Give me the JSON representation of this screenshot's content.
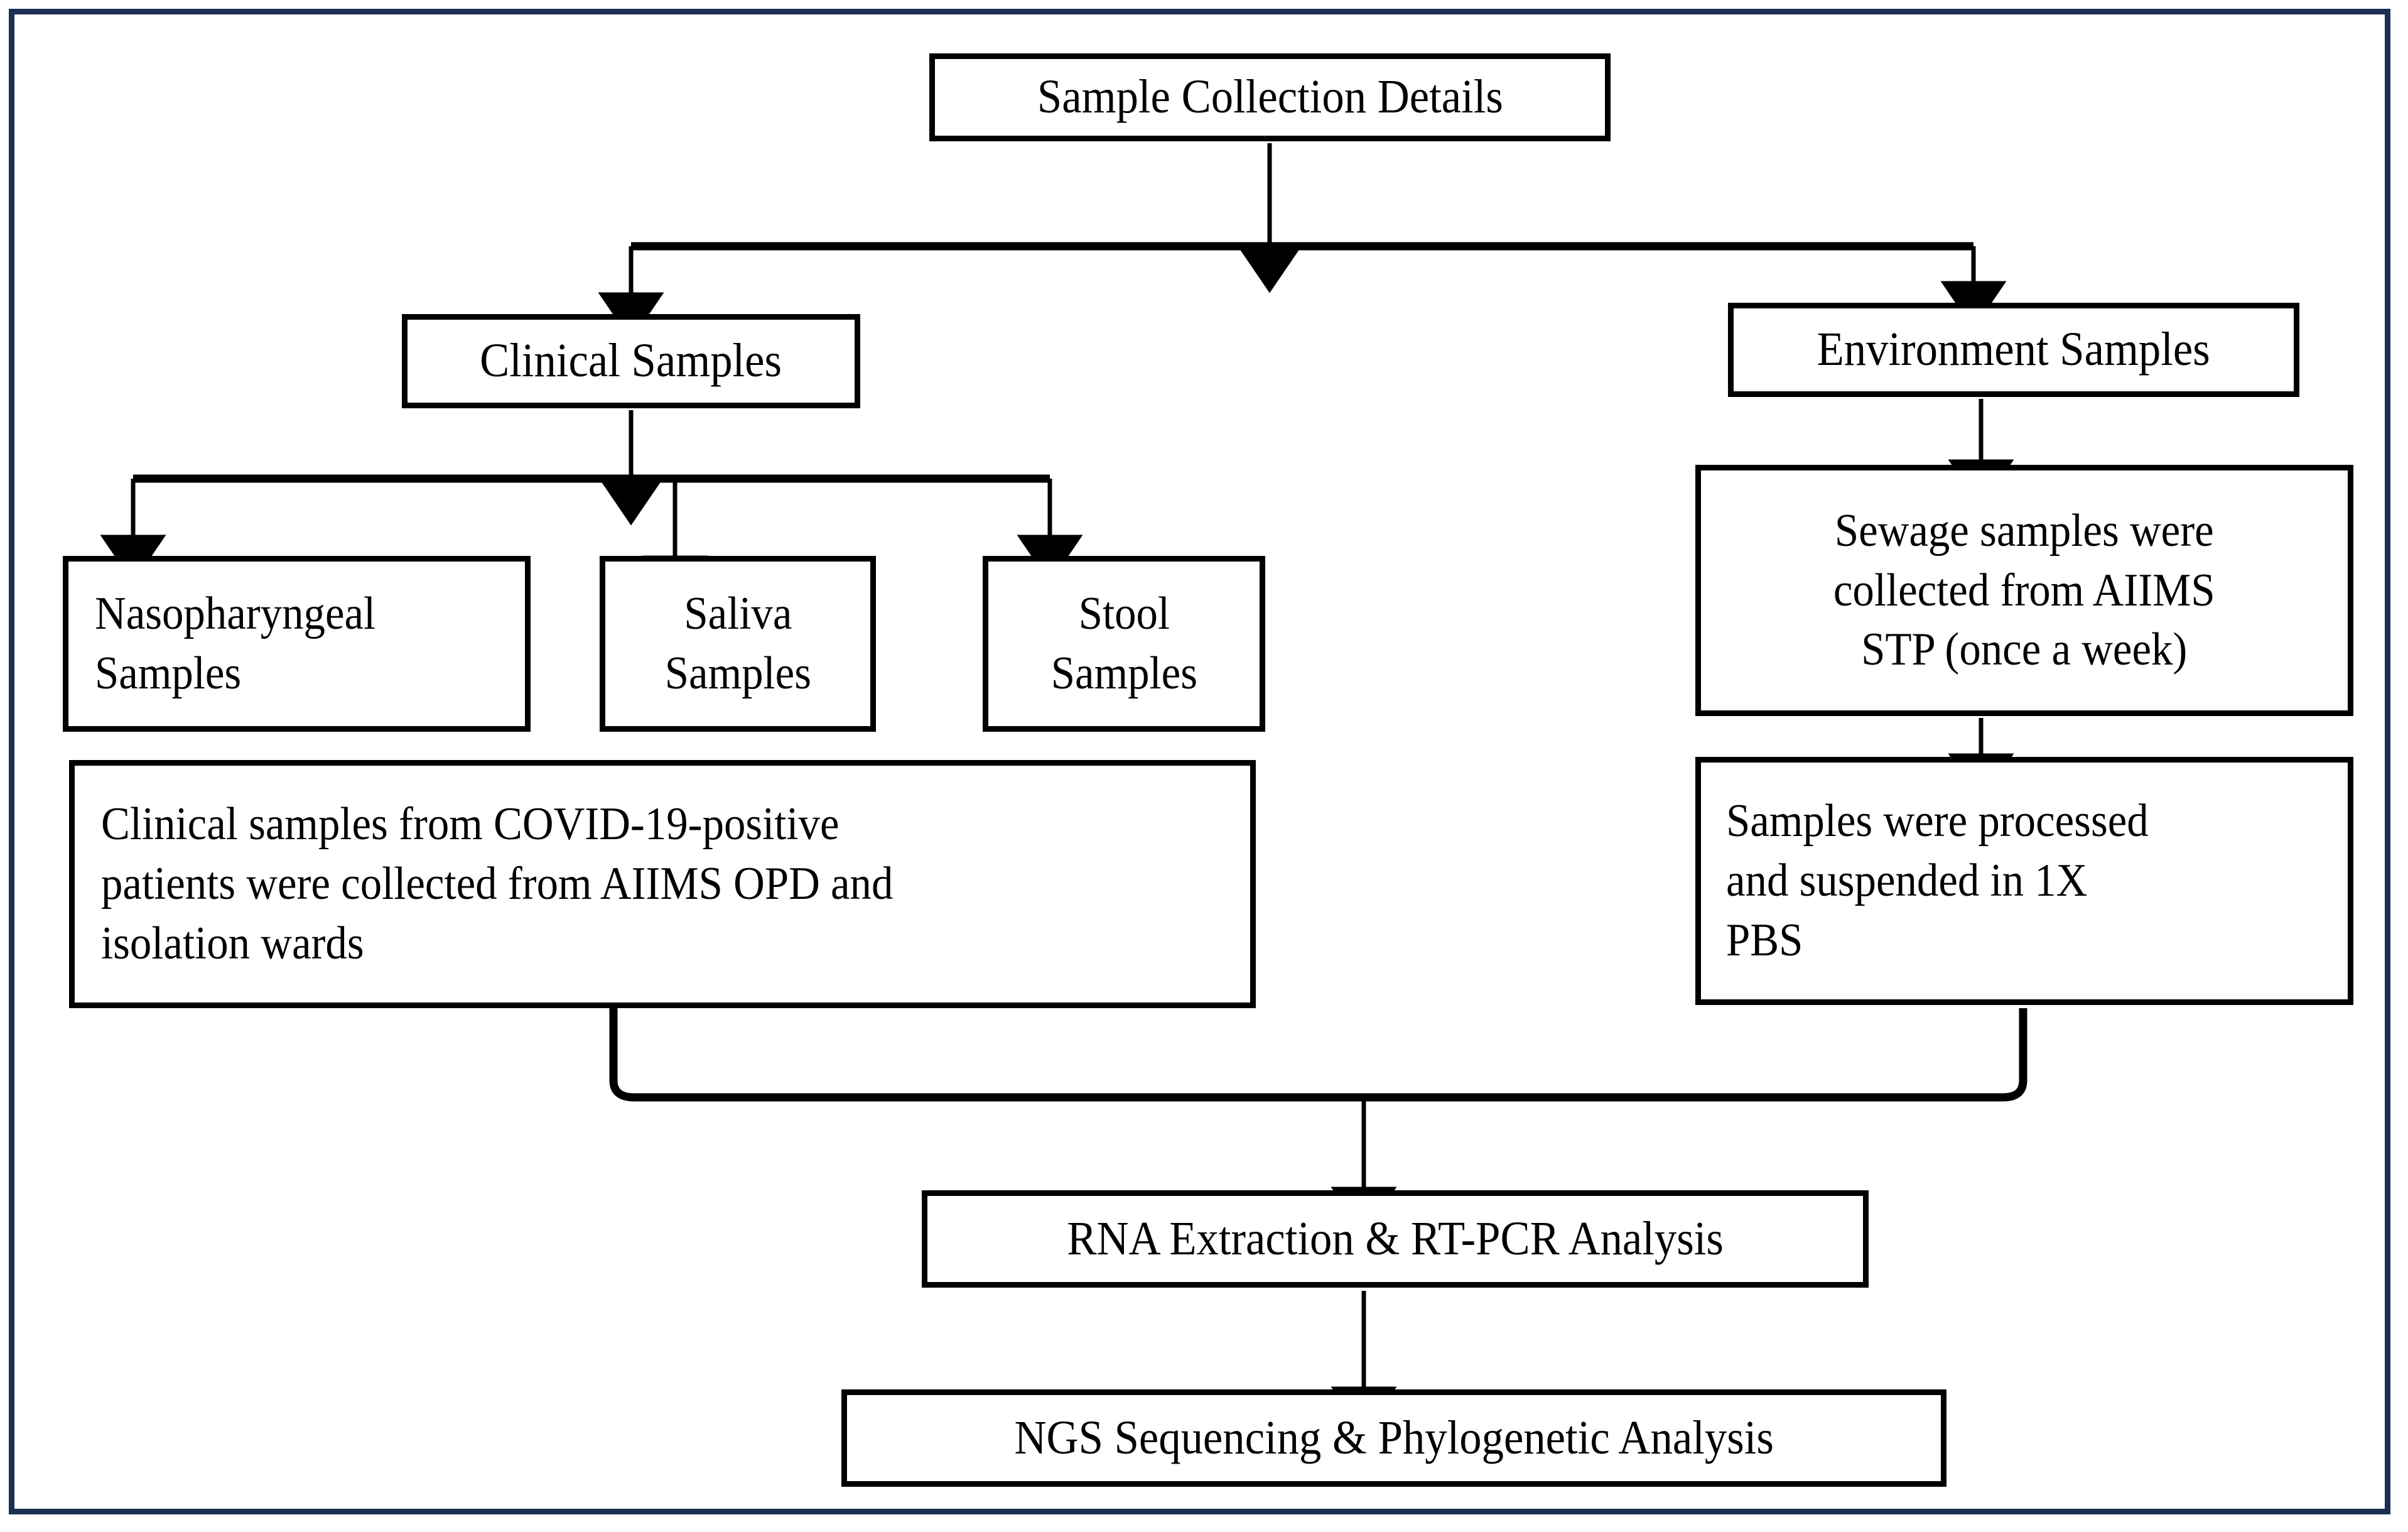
{
  "figure": {
    "type": "flowchart",
    "orientation": "top-down",
    "frame_color": "#1c2e52",
    "box_border_color": "#000000",
    "box_fill_color": "#ffffff",
    "connector_color": "#000000"
  },
  "nodes": {
    "sample_collection": {
      "label": "Sample Collection Details",
      "align": "center"
    },
    "clinical_samples": {
      "label": "Clinical Samples",
      "align": "center"
    },
    "environment_samples": {
      "label": "Environment  Samples",
      "align": "center"
    },
    "nasopharyngeal_samples": {
      "label": "Nasopharyngeal\nSamples",
      "align": "left"
    },
    "saliva_samples": {
      "label": "Saliva\nSamples",
      "align": "center"
    },
    "stool_samples": {
      "label": "Stool\nSamples",
      "align": "center"
    },
    "clinical_description": {
      "label": "Clinical samples from COVID-19-positive\npatients were collected from AIIMS OPD and\nisolation wards",
      "align": "left"
    },
    "sewage_collection": {
      "label": "Sewage samples were\ncollected from AIIMS\nSTP  (once a week)",
      "align": "center"
    },
    "sample_processing": {
      "label": "Samples were processed\nand suspended in 1X\nPBS",
      "align": "left"
    },
    "rna_extraction": {
      "label": "RNA Extraction & RT-PCR Analysis",
      "align": "center"
    },
    "ngs_sequencing": {
      "label": "NGS Sequencing & Phylogenetic Analysis",
      "align": "center"
    }
  },
  "edges": [
    {
      "from": "sample_collection",
      "to": "clinical_samples"
    },
    {
      "from": "sample_collection",
      "to": "environment_samples"
    },
    {
      "from": "clinical_samples",
      "to": "nasopharyngeal_samples"
    },
    {
      "from": "clinical_samples",
      "to": "saliva_samples"
    },
    {
      "from": "clinical_samples",
      "to": "stool_samples"
    },
    {
      "from": "environment_samples",
      "to": "sewage_collection"
    },
    {
      "from": "sewage_collection",
      "to": "sample_processing"
    },
    {
      "from": "clinical_description",
      "to": "rna_extraction"
    },
    {
      "from": "sample_processing",
      "to": "rna_extraction"
    },
    {
      "from": "rna_extraction",
      "to": "ngs_sequencing"
    }
  ]
}
